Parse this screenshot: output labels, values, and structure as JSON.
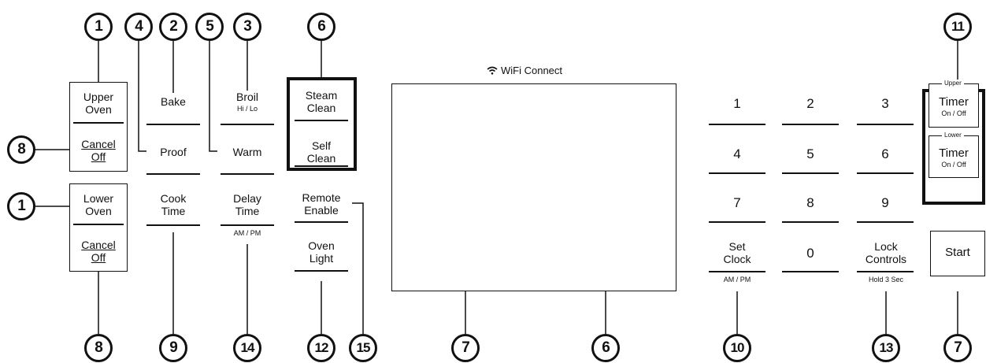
{
  "callouts": [
    "1",
    "4",
    "2",
    "5",
    "3",
    "6",
    "11",
    "8",
    "1",
    "8",
    "9",
    "14",
    "12",
    "15",
    "7",
    "6",
    "10",
    "13",
    "7"
  ],
  "upper_oven": {
    "line1": "Upper",
    "line2": "Oven",
    "cancel": "Cancel",
    "off": "Off"
  },
  "lower_oven": {
    "line1": "Lower",
    "line2": "Oven",
    "cancel": "Cancel",
    "off": "Off"
  },
  "col2": {
    "bake": "Bake",
    "proof": "Proof",
    "cook1": "Cook",
    "cook2": "Time"
  },
  "col3": {
    "broil": "Broil",
    "broil_sub": "Hi / Lo",
    "warm": "Warm",
    "delay1": "Delay",
    "delay2": "Time",
    "ampm": "AM / PM"
  },
  "col4": {
    "steam1": "Steam",
    "steam2": "Clean",
    "self1": "Self",
    "self2": "Clean",
    "remote1": "Remote",
    "remote2": "Enable",
    "oven1": "Oven",
    "oven2": "Light"
  },
  "display": {
    "wifi_label": "WiFi Connect"
  },
  "keypad": {
    "keys": [
      "1",
      "2",
      "3",
      "4",
      "5",
      "6",
      "7",
      "8",
      "9",
      "0"
    ],
    "set1": "Set",
    "set2": "Clock",
    "set_sub": "AM / PM",
    "lock1": "Lock",
    "lock2": "Controls",
    "lock_sub": "Hold 3 Sec"
  },
  "timers": {
    "upper_tag": "Upper",
    "lower_tag": "Lower",
    "timer": "Timer",
    "onoff": "On / Off"
  },
  "start": {
    "label": "Start"
  }
}
